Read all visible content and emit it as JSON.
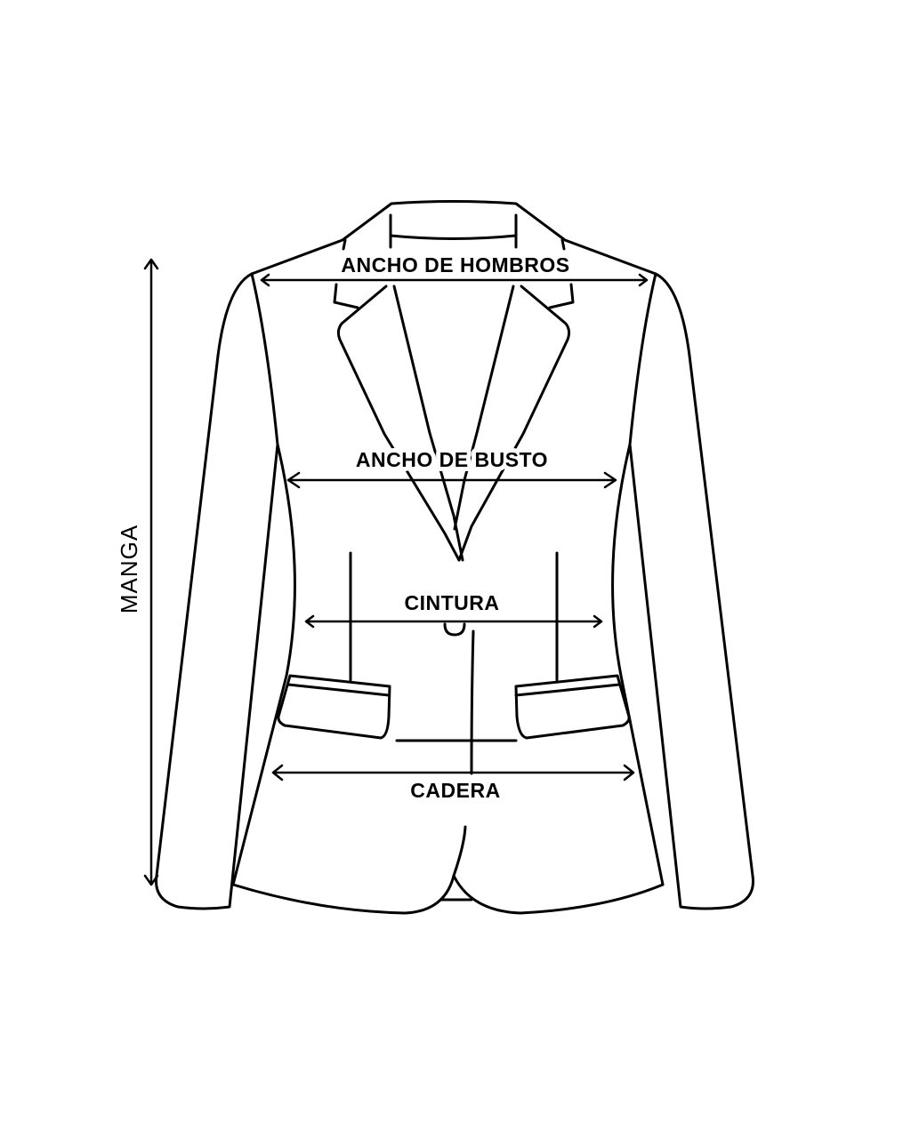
{
  "diagram": {
    "subject": "blazer",
    "labels": {
      "shoulders": "ANCHO DE HOMBROS",
      "bust": "ANCHO DE BUSTO",
      "waist": "CINTURA",
      "hip": "CADERA",
      "sleeve": "MANGA"
    },
    "colors": {
      "line": "#000000",
      "background": "#ffffff"
    }
  }
}
